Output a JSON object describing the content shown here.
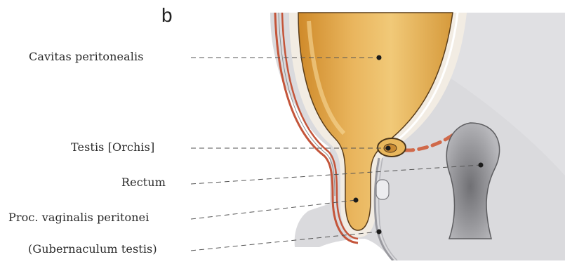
{
  "panel_letter": "b",
  "labels": {
    "cavitas": "Cavitas peritonealis",
    "testis": "Testis [Orchis]",
    "rectum": "Rectum",
    "proc_vaginalis": "Proc. vaginalis peritonei",
    "gubernaculum": "(Gubernaculum testis)"
  },
  "colors": {
    "tissue_grey": "#d9d9dc",
    "cavity_orange": "#d8962f",
    "cavity_light": "#efc470",
    "muscle_red": "#c4553a",
    "rectum_dark": "#8f8f92",
    "leader_line": "#555555"
  }
}
